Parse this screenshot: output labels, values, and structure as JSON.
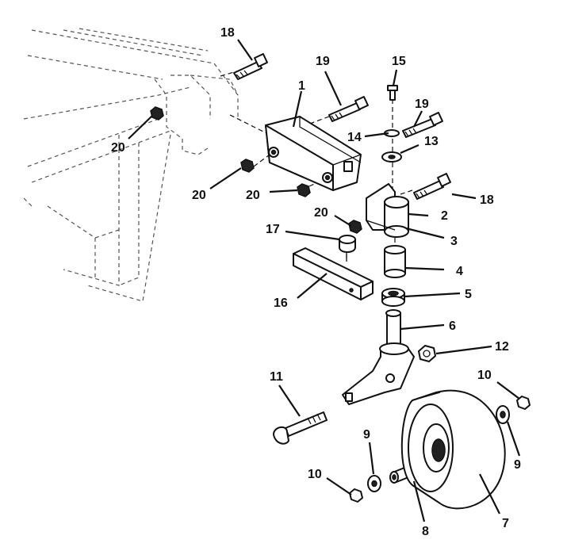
{
  "callouts": {
    "c1": "1",
    "c2": "2",
    "c3": "3",
    "c4": "4",
    "c5": "5",
    "c6": "6",
    "c7": "7",
    "c8": "8",
    "c9a": "9",
    "c9b": "9",
    "c10a": "10",
    "c10b": "10",
    "c11": "11",
    "c12": "12",
    "c13": "13",
    "c14": "14",
    "c15": "15",
    "c16": "16",
    "c17": "17",
    "c18a": "18",
    "c18b": "18",
    "c19a": "19",
    "c19b": "19",
    "c20a": "20",
    "c20b": "20",
    "c20c": "20",
    "c20d": "20"
  }
}
